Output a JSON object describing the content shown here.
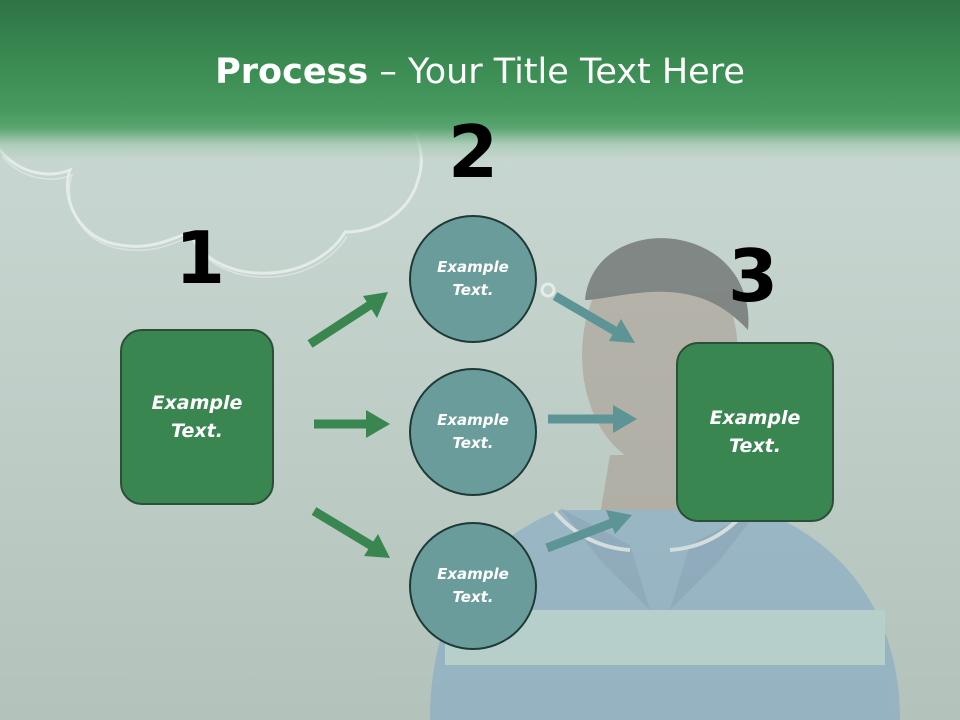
{
  "title": {
    "bold": "Process",
    "rest": " – Your Title Text Here"
  },
  "steps": {
    "one": "1",
    "two": "2",
    "three": "3"
  },
  "nodes": {
    "left_box": "Example Text.",
    "circle_top": "Example Text.",
    "circle_middle": "Example Text.",
    "circle_bottom": "Example Text.",
    "right_box": "Example Text."
  },
  "colors": {
    "header_green": "#3a8a52",
    "box_green": "#3a8650",
    "circle_teal": "#6a9c9b",
    "arrow_green": "#3a8650",
    "arrow_teal": "#5d9495"
  }
}
